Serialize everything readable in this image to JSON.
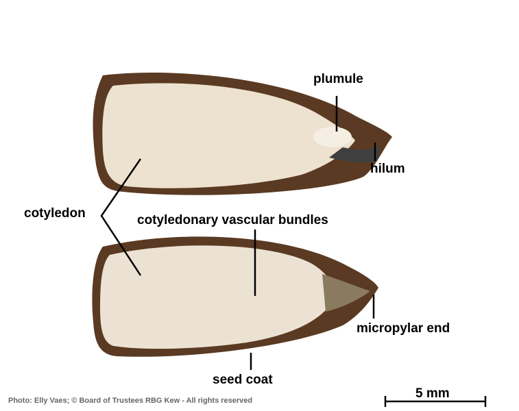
{
  "labels": {
    "plumule": "plumule",
    "hilum": "hilum",
    "cotyledon": "cotyledon",
    "vascular_bundles": "cotyledonary vascular bundles",
    "micropylar_end": "micropylar end",
    "seed_coat": "seed coat"
  },
  "scale_bar": {
    "label": "5 mm"
  },
  "credit": "Photo: Elly Vaes; © Board of Trustees RBG Kew - All rights reserved",
  "colors": {
    "seed_coat": "#5a3a22",
    "cotyledon": "#ede2cf",
    "label_line": "#000000"
  }
}
